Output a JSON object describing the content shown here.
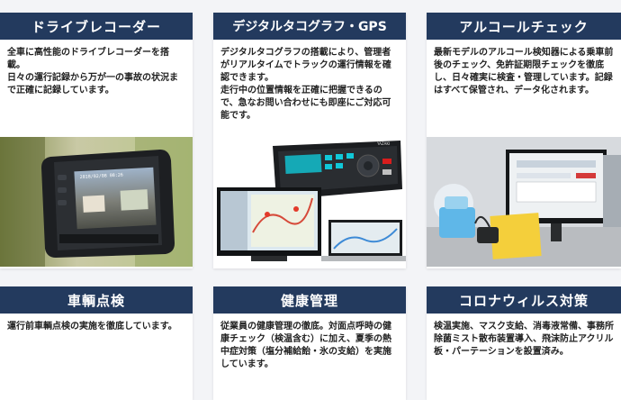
{
  "cards": [
    {
      "title": "ドライブレコーダー",
      "lines": [
        "全車に高性能のドライブレコーダーを搭載。",
        "日々の運行記録から万が一の事故の状況まで正確に記録しています。"
      ]
    },
    {
      "title": "デジタルタコグラフ・GPS",
      "lines": [
        "デジタルタコグラフの搭載により、管理者がリアルタイムでトラックの運行情報を確認できます。",
        "走行中の位置情報を正確に把握できるので、急なお問い合わせにも即座にご対応可能です。"
      ]
    },
    {
      "title": "アルコールチェック",
      "lines": [
        "最新モデルのアルコール検知器による乗車前後のチェック、免許証期限チェックを徹底し、日々確実に検査・管理しています。記録はすべて保管され、データ化されます。"
      ]
    },
    {
      "title": "車輌点検",
      "lines": [
        "運行前車輌点検の実施を徹底しています。"
      ]
    },
    {
      "title": "健康管理",
      "lines": [
        "従業員の健康管理の徹底。対面点呼時の健康チェック（検温含む）に加え、夏季の熱中症対策（塩分補給飴・氷の支給）を実施しています。"
      ]
    },
    {
      "title": "コロナウィルス対策",
      "lines": [
        "検温実施、マスク支給、消毒液常備、事務所除菌ミスト散布装置導入、飛沫防止アクリル板・パーテーションを設置済み。"
      ]
    }
  ],
  "device": {
    "tacho_brand": "YAZAKI",
    "dashcam_time": "2018/02/08 08:26"
  },
  "colors": {
    "header_bg": "#233a5e",
    "header_text": "#ffffff",
    "page_bg": "#f3f4f7",
    "card_bg": "#ffffff"
  }
}
